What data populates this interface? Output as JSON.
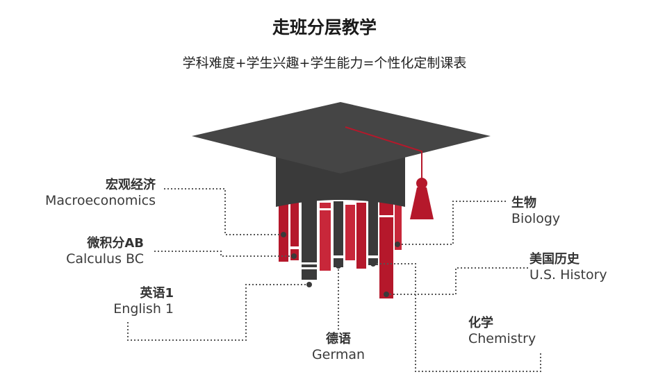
{
  "header": {
    "title": "走班分层教学",
    "subtitle": "学科难度+学生兴趣+学生能力=个性化定制课表"
  },
  "subjects": {
    "macro": {
      "zh": "宏观经济",
      "en": "Macroeconomics"
    },
    "calc": {
      "zh": "微积分AB",
      "en": "Calculus BC"
    },
    "english": {
      "zh": "英语1",
      "en": "English 1"
    },
    "german": {
      "zh": "德语",
      "en": "German"
    },
    "bio": {
      "zh": "生物",
      "en": "Biology"
    },
    "ushistory": {
      "zh": "美国历史",
      "en": "U.S. History"
    },
    "chem": {
      "zh": "化学",
      "en": "Chemistry"
    }
  },
  "colors": {
    "cap": "#3a3a3a",
    "cap_top": "#454545",
    "accent": "#b5182b",
    "line": "#555555"
  }
}
